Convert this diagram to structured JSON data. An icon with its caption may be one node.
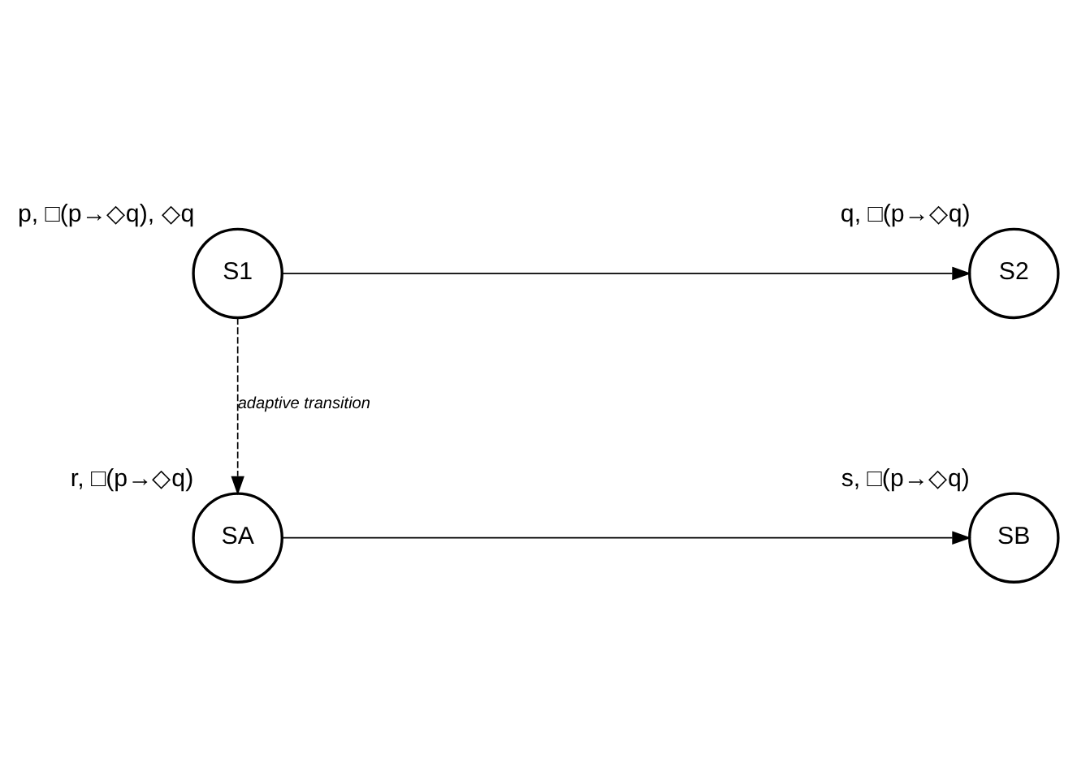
{
  "diagram": {
    "nodes": [
      {
        "text": [
          "S1"
        ],
        "beside": [
          "p, □(p→◇q), ◇q"
        ]
      },
      {
        "text": [
          "S2"
        ],
        "beside": [
          "q, □(p→◇q)"
        ]
      },
      {
        "text": [
          "SA"
        ],
        "beside": [
          "r, □(p→◇q)"
        ]
      },
      {
        "text": [
          "SB"
        ],
        "beside": [
          "s, □(p→◇q)"
        ]
      }
    ],
    "edges": [
      {
        "from": 0,
        "to": 1,
        "arrow": "to"
      },
      {
        "from": 0,
        "to": 2,
        "arrow": "to",
        "label": "adaptive transition",
        "style": "dashed"
      },
      {
        "from": 2,
        "to": 3,
        "arrow": "to"
      }
    ]
  }
}
